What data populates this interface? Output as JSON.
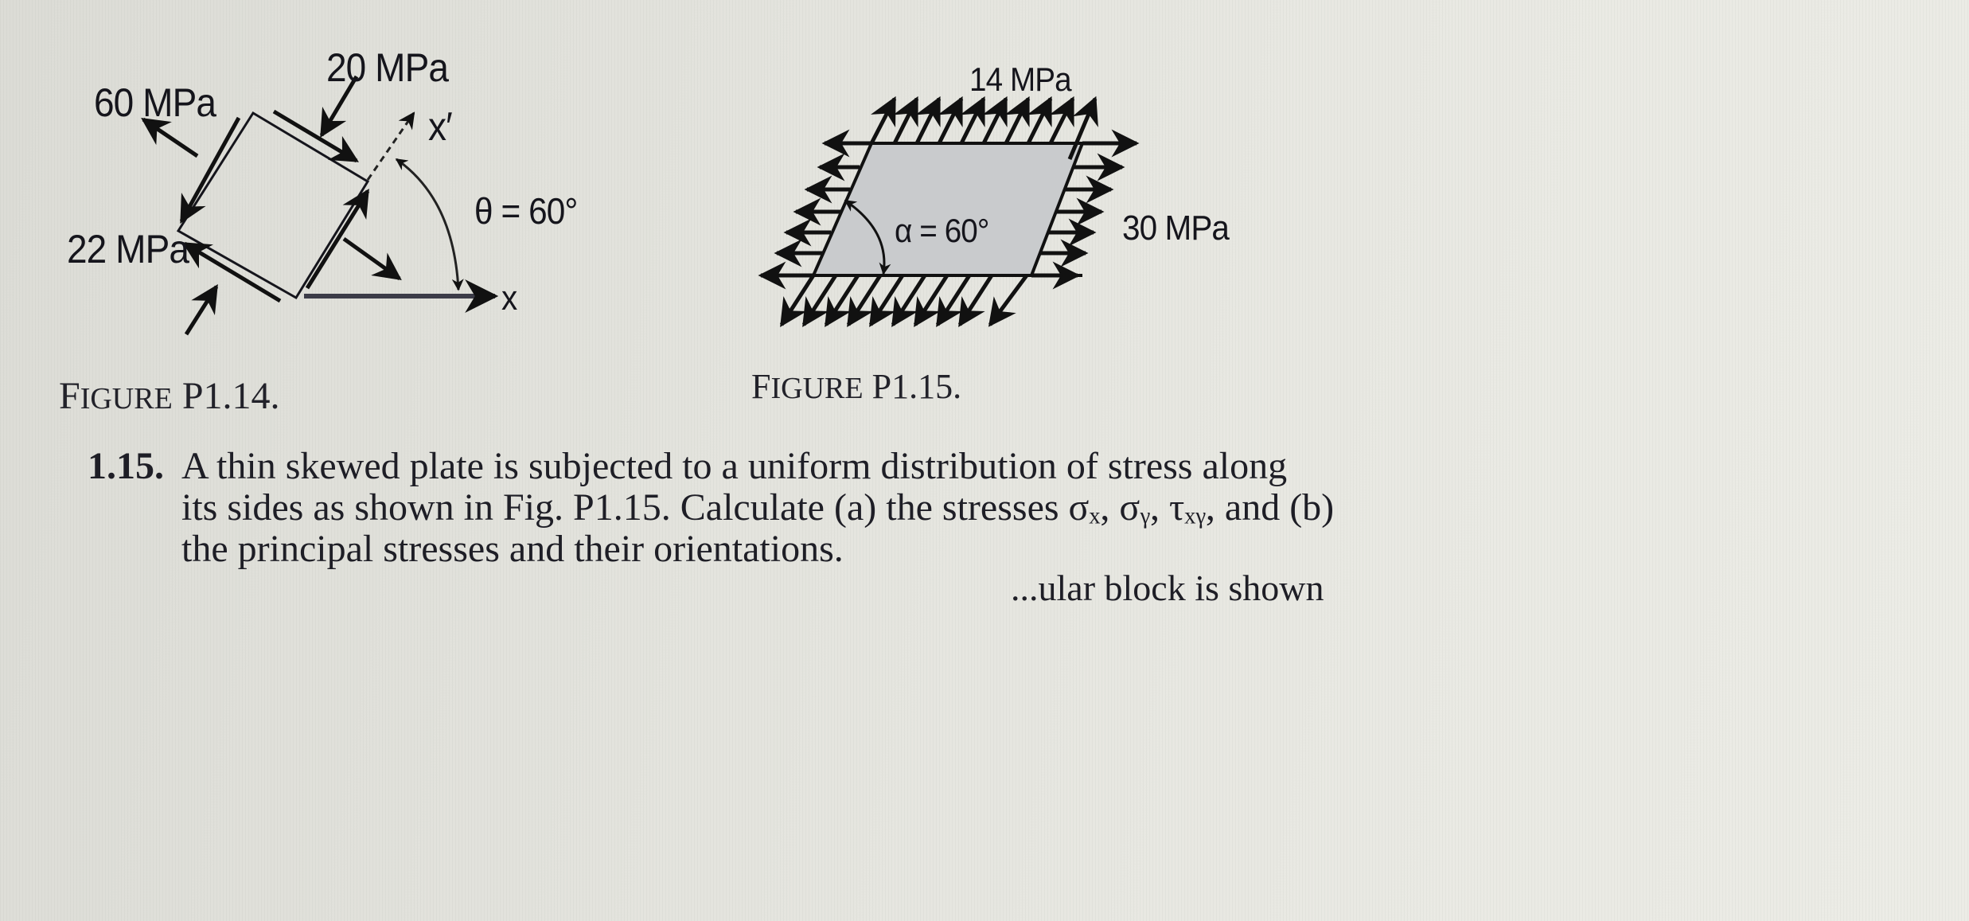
{
  "figure_p1_14": {
    "caption_prefix": "F",
    "caption_smallcaps": "IGURE",
    "caption_number": " P1.14.",
    "labels": {
      "top_shear": "20 MPa",
      "normal_left": "60 MPa",
      "shear_left": "22 MPa",
      "rotated_axis": "x′",
      "angle": "θ = 60°",
      "x_axis": "x"
    }
  },
  "figure_p1_15": {
    "caption_prefix": "F",
    "caption_smallcaps": "IGURE",
    "caption_number": " P1.15.",
    "labels": {
      "top_stress": "14 MPa",
      "side_stress": "30 MPa",
      "angle": "α = 60°"
    },
    "plate_fill": "#c9cbcd"
  },
  "problem": {
    "number": "1.15.",
    "lines": [
      "A thin skewed plate is subjected to a uniform distribution of stress along",
      "its sides as shown in Fig. P1.15. Calculate (a) the stresses σₓ, σᵧ, τₓᵧ, and (b)",
      "the principal stresses and their orientations."
    ],
    "next_text_fragment": "...ular block is shown"
  }
}
